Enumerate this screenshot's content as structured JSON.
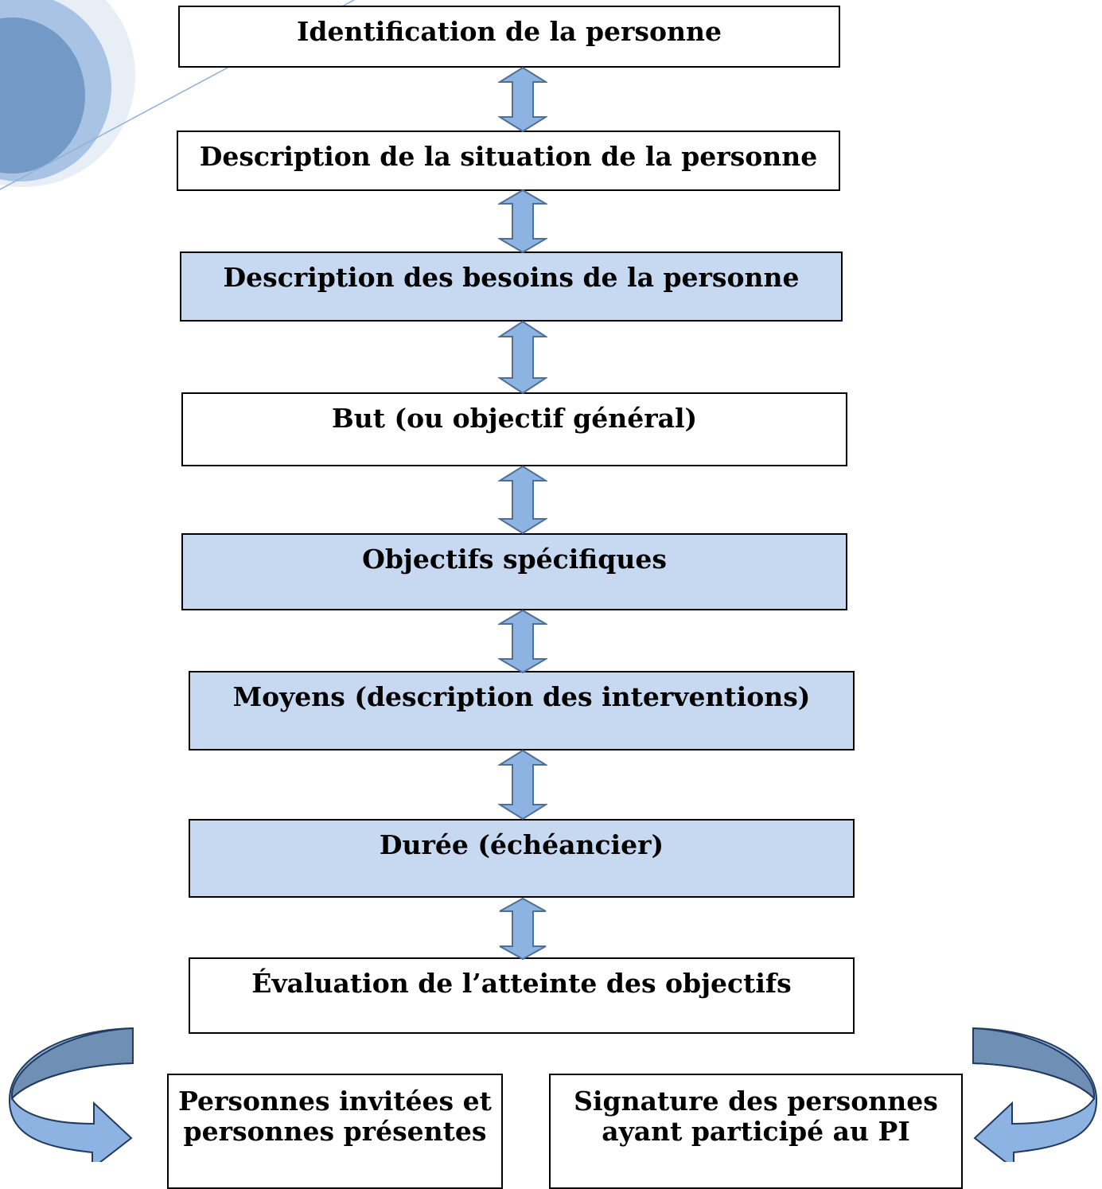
{
  "steps": [
    {
      "label": "Identification de la personne",
      "fill": "#ffffff"
    },
    {
      "label": "Description de la situation de la personne",
      "fill": "#ffffff"
    },
    {
      "label": "Description des besoins de la personne",
      "fill": "#c6d9f1"
    },
    {
      "label": "But (ou objectif général)",
      "fill": "#ffffff"
    },
    {
      "label": "Objectifs spécifiques",
      "fill": "#c6d9f1"
    },
    {
      "label": "Moyens (description des interventions)",
      "fill": "#c6d9f1"
    },
    {
      "label": "Durée (échéancier)",
      "fill": "#c6d9f1"
    },
    {
      "label": "Évaluation de l’atteinte des objectifs",
      "fill": "#ffffff"
    }
  ],
  "bottom": {
    "left": {
      "label": "Personnes invitées et\npersonnes présentes"
    },
    "right": {
      "label": "Signature des personnes\nayant participé au PI"
    }
  },
  "colors": {
    "arrow_fill": "#8db3e2",
    "arrow_stroke": "#4f6f95",
    "curve_dark": "#6f8fb5",
    "curve_light": "#9cbce3",
    "deco_outer": "#dbe5f1",
    "deco_mid": "#a9c3e4",
    "deco_inner": "#7399c6"
  }
}
